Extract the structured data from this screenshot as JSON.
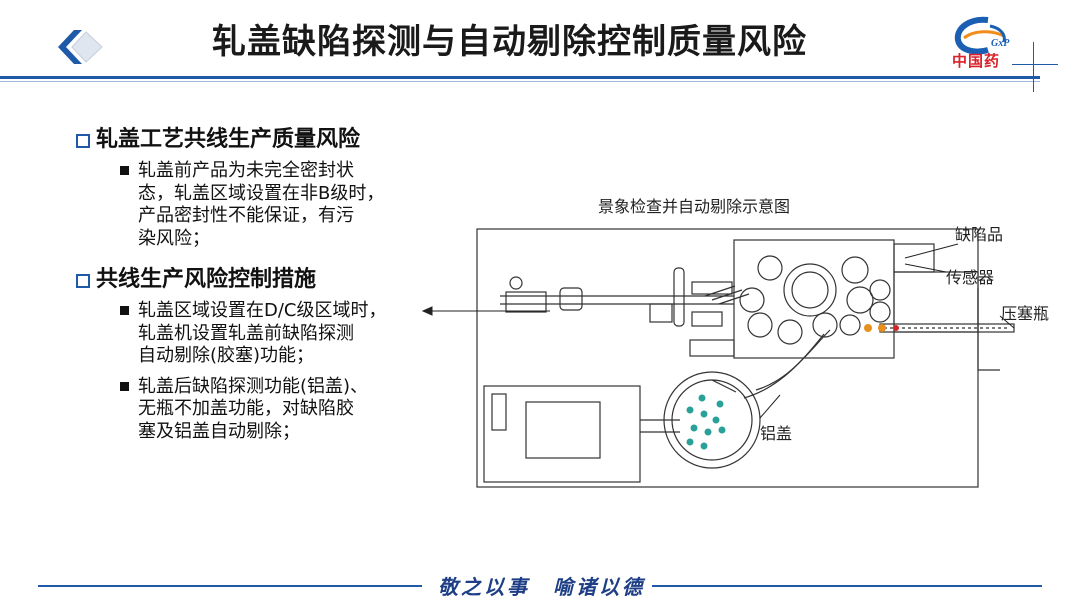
{
  "header": {
    "title": "轧盖缺陷探测与自动剔除控制质量风险",
    "brand_name": "中国药",
    "brand_tag": "GxP",
    "accent_color": "#1e5aa8",
    "brand_color": "#d8232a",
    "logo_icon": "diamond-chevron-icon"
  },
  "content": {
    "section1": {
      "heading": "轧盖工艺共线生产质量风险",
      "bullets": [
        {
          "lines": [
            "轧盖前产品为未完全密封状",
            "态，轧盖区域设置在非B级时，",
            "产品密封性不能保证，有污",
            "染风险；"
          ]
        }
      ]
    },
    "section2": {
      "heading": "共线生产风险控制措施",
      "bullets": [
        {
          "lines": [
            "轧盖区域设置在D/C级区域时，",
            "轧盖机设置轧盖前缺陷探测",
            "自动剔除(胶塞)功能；"
          ]
        },
        {
          "lines": [
            "轧盖后缺陷探测功能(铝盖)、",
            "无瓶不加盖功能，对缺陷胶",
            "塞及铝盖自动剔除；"
          ]
        }
      ]
    }
  },
  "diagram": {
    "caption": "景象检查并自动剔除示意图",
    "labels": {
      "defect": "缺陷品",
      "sensor": "传感器",
      "stopper": "压塞瓶",
      "cap": "铝盖"
    }
  },
  "footer": {
    "motto": "敬之以事　喻诸以德"
  }
}
